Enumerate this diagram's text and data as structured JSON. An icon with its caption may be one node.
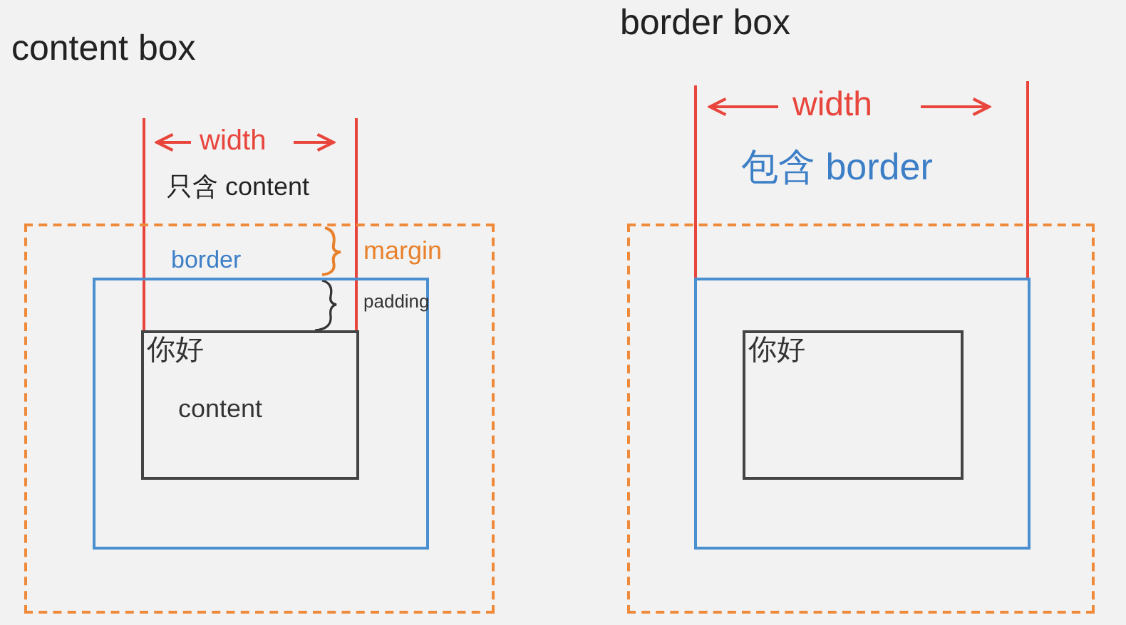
{
  "diagram": {
    "nodes": [
      {
        "text": [],
        "shape": "box"
      },
      {
        "text": [],
        "shape": "box",
        "in": 0
      },
      {
        "text": [
          "你好",
          "content"
        ],
        "in": 1
      },
      {
        "text": [],
        "shape": "box"
      },
      {
        "text": [],
        "shape": "box",
        "in": 3
      },
      {
        "text": [
          "你好"
        ],
        "in": 4
      }
    ],
    "edges": [],
    "labels": [
      "content box",
      "border box",
      "width",
      "width",
      "只含 content",
      "包含 border",
      "margin",
      "border",
      "padding"
    ]
  }
}
